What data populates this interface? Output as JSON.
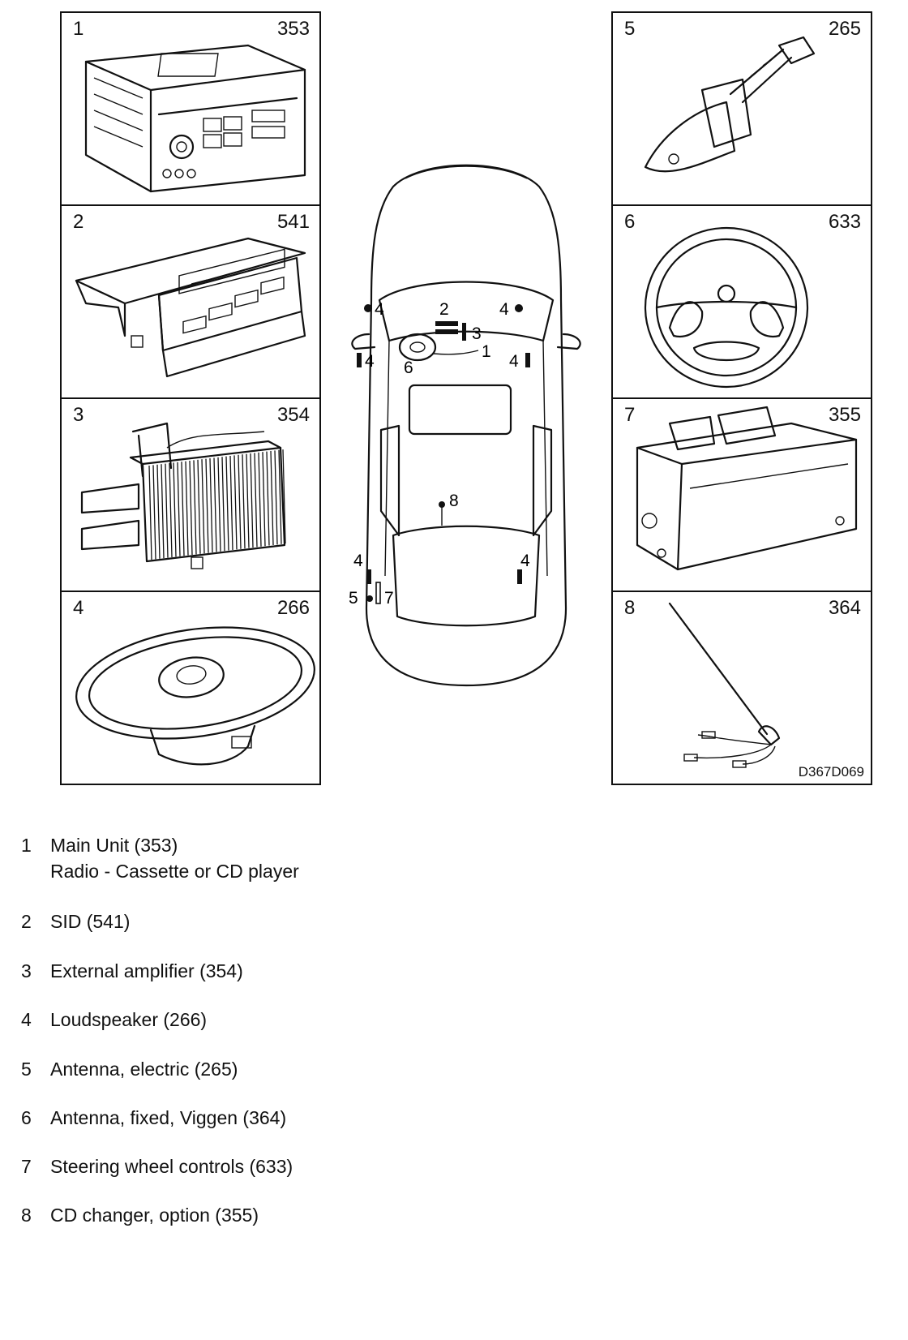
{
  "panels": [
    {
      "num": "1",
      "code": "353",
      "icon": "radio-unit-icon"
    },
    {
      "num": "2",
      "code": "541",
      "icon": "sid-display-icon"
    },
    {
      "num": "3",
      "code": "354",
      "icon": "amplifier-icon"
    },
    {
      "num": "4",
      "code": "266",
      "icon": "loudspeaker-icon"
    },
    {
      "num": "5",
      "code": "265",
      "icon": "electric-antenna-icon"
    },
    {
      "num": "6",
      "code": "633",
      "icon": "steering-wheel-icon"
    },
    {
      "num": "7",
      "code": "355",
      "icon": "cd-changer-icon"
    },
    {
      "num": "8",
      "code": "364",
      "icon": "fixed-antenna-icon"
    }
  ],
  "drawing_code": "D367D069",
  "car_labels": {
    "speaker_front_left": "4",
    "speaker_front_right": "4",
    "speaker_door_left": "4",
    "speaker_door_right": "4",
    "speaker_rear_left": "4",
    "speaker_rear_right": "4",
    "sid": "2",
    "amplifier": "3",
    "main_unit": "1",
    "steering_controls": "6",
    "fixed_antenna": "8",
    "electric_antenna": "5",
    "cd_changer": "7"
  },
  "legend": [
    {
      "num": "1",
      "lines": [
        "Main Unit (353)",
        "Radio - Cassette or CD player"
      ]
    },
    {
      "num": "2",
      "lines": [
        "SID (541)"
      ]
    },
    {
      "num": "3",
      "lines": [
        "External amplifier (354)"
      ]
    },
    {
      "num": "4",
      "lines": [
        "Loudspeaker (266)"
      ]
    },
    {
      "num": "5",
      "lines": [
        "Antenna, electric (265)"
      ]
    },
    {
      "num": "6",
      "lines": [
        "Antenna, fixed, Viggen (364)"
      ]
    },
    {
      "num": "7",
      "lines": [
        "Steering wheel controls (633)"
      ]
    },
    {
      "num": "8",
      "lines": [
        "CD changer, option (355)"
      ]
    }
  ]
}
